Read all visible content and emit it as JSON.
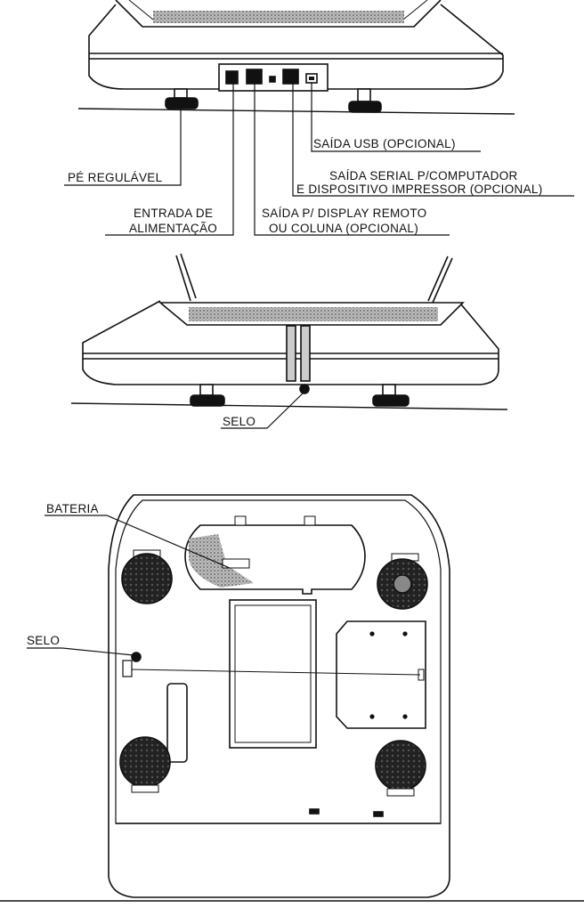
{
  "labels": {
    "saida_usb": "SAÍDA USB (OPCIONAL)",
    "saida_serial_1": "SAÍDA SERIAL P/COMPUTADOR",
    "saida_serial_2": "E DISPOSITIVO IMPRESSOR (OPCIONAL)",
    "pe_regulavel": "PÉ REGULÁVEL",
    "entrada_1": "ENTRADA DE",
    "entrada_2": "ALIMENTAÇÃO",
    "display_1": "SAÍDA P/ DISPLAY REMOTO",
    "display_2": "OU COLUNA (OPCIONAL)",
    "selo_side": "SELO",
    "bateria": "BATERIA",
    "selo_bottom": "SELO"
  },
  "colors": {
    "ink": "#111111",
    "paper": "#ffffff",
    "shade": "#9a9a9a"
  }
}
